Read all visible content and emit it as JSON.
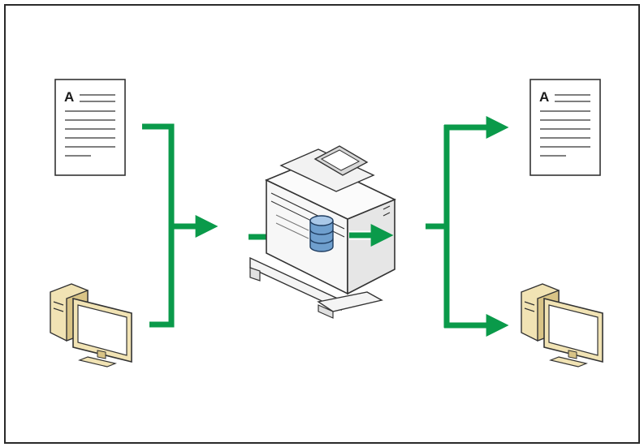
{
  "documents": {
    "input_letter": "A",
    "output_letter": "A"
  },
  "colors": {
    "flow_arrow": "#0a9a4a",
    "frame_border": "#2a2a2a",
    "document_line": "#555555",
    "computer_case": "#f1e3b4",
    "computer_shade": "#d9c486",
    "printer_body": "#f4f4f4",
    "printer_outline": "#333333",
    "storage_icon": "#6f9fce"
  },
  "icons": [
    "document-icon",
    "desktop-computer-icon",
    "multifunction-printer-icon",
    "storage-database-icon",
    "green-flow-arrow"
  ]
}
